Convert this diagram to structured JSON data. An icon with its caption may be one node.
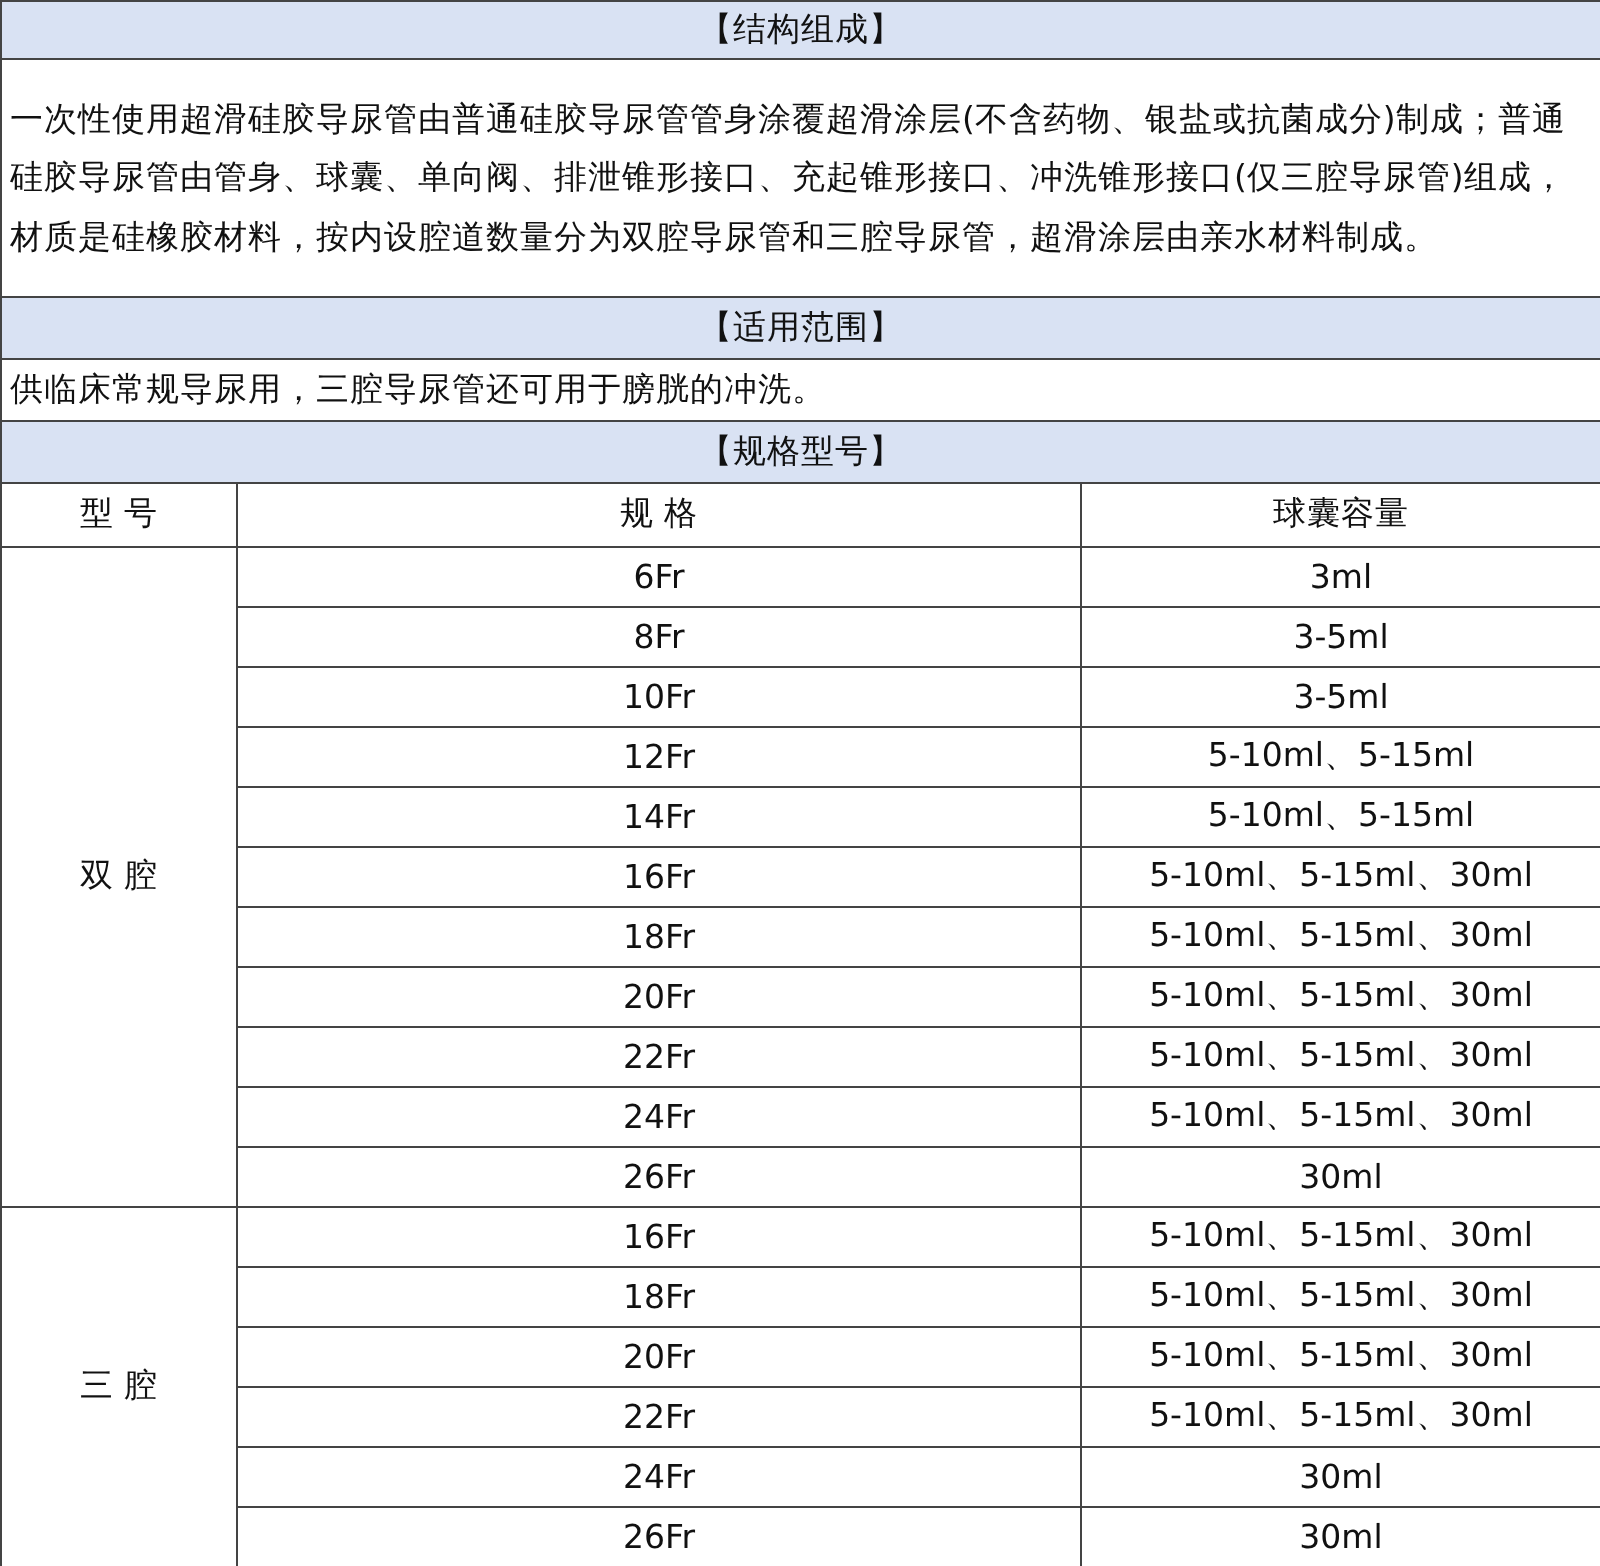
{
  "diagram": {
    "labels": [
      "【结构组成】",
      "一次性使用超滑硅胶导尿管由普通硅胶导尿管管身涂覆超滑涂层(不含药物、银盐或抗菌成分)制成；普通硅胶导尿管由管身、球囊、单向阀、排泄锥形接口、充起锥形接口、冲洗锥形接口(仅三腔导尿管)组成，材质是硅橡胶材料，按内设腔道数量分为双腔导尿管和三腔导尿管，超滑涂层由亲水材料制成。",
      "【适用范围】",
      "供临床常规导尿用，三腔导尿管还可用于膀胱的冲洗。",
      "【规格型号】",
      "型 号",
      "规 格",
      "球囊容量",
      "双 腔",
      "6Fr",
      "3ml",
      "8Fr",
      "3-5ml",
      "10Fr",
      "3-5ml",
      "12Fr",
      "5-10ml、5-15ml",
      "14Fr",
      "5-10ml、5-15ml",
      "16Fr",
      "5-10ml、5-15ml、30ml",
      "18Fr",
      "5-10ml、5-15ml、30ml",
      "20Fr",
      "5-10ml、5-15ml、30ml",
      "22Fr",
      "5-10ml、5-15ml、30ml",
      "24Fr",
      "5-10ml、5-15ml、30ml",
      "26Fr",
      "30ml",
      "三 腔",
      "16Fr",
      "5-10ml、5-15ml、30ml",
      "18Fr",
      "5-10ml、5-15ml、30ml",
      "20Fr",
      "5-10ml、5-15ml、30ml",
      "22Fr",
      "5-10ml、5-15ml、30ml",
      "24Fr",
      "30ml",
      "26Fr",
      "30ml"
    ]
  }
}
